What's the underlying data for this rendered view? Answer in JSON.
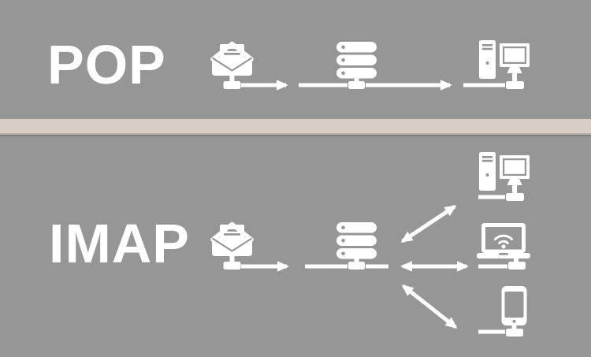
{
  "pop": {
    "label": "POP",
    "nodes": [
      {
        "name": "email-message",
        "icon": "envelope-icon"
      },
      {
        "name": "mail-server",
        "icon": "server-icon"
      },
      {
        "name": "desktop-computer",
        "icon": "desktop-computer-icon"
      }
    ],
    "connections": [
      {
        "from": "email-message",
        "to": "mail-server",
        "direction": "one-way"
      },
      {
        "from": "mail-server",
        "to": "desktop-computer",
        "direction": "one-way"
      }
    ]
  },
  "imap": {
    "label": "IMAP",
    "nodes": [
      {
        "name": "email-message",
        "icon": "envelope-icon"
      },
      {
        "name": "mail-server",
        "icon": "server-icon"
      },
      {
        "name": "desktop-computer",
        "icon": "desktop-computer-icon"
      },
      {
        "name": "laptop",
        "icon": "laptop-icon"
      },
      {
        "name": "smartphone",
        "icon": "smartphone-icon"
      }
    ],
    "connections": [
      {
        "from": "email-message",
        "to": "mail-server",
        "direction": "one-way"
      },
      {
        "from": "mail-server",
        "to": "desktop-computer",
        "direction": "two-way"
      },
      {
        "from": "mail-server",
        "to": "laptop",
        "direction": "two-way"
      },
      {
        "from": "mail-server",
        "to": "smartphone",
        "direction": "two-way"
      }
    ]
  },
  "colors": {
    "background": "#969696",
    "foreground": "#ffffff",
    "divider": "#d9cec5",
    "divider_edge_light": "#b5b0ab",
    "divider_edge_dark": "#7e7e7e"
  }
}
